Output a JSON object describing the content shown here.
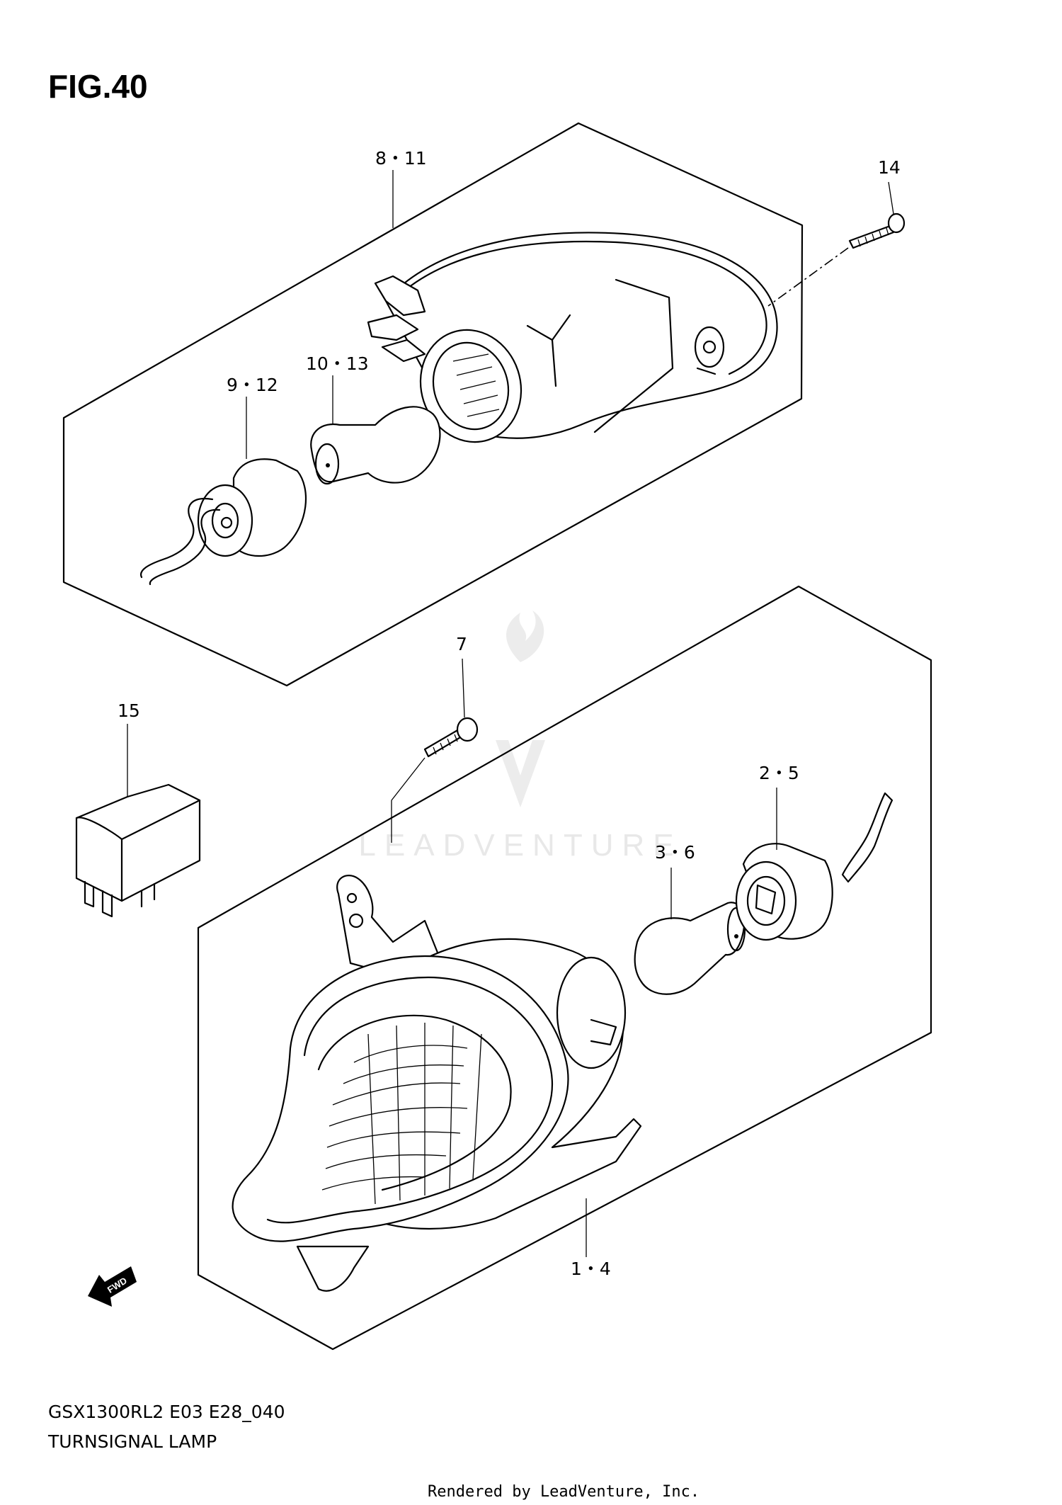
{
  "figure": {
    "title": "FIG.40"
  },
  "callouts": {
    "p8_11": "8・11",
    "p14": "14",
    "p10_13": "10・13",
    "p9_12": "9・12",
    "p7": "7",
    "p15": "15",
    "p2_5": "2・5",
    "p3_6": "3・6",
    "p1_4": "1・4"
  },
  "direction_marker": {
    "label": "FWD"
  },
  "footer": {
    "model_code": "GSX1300RL2 E03 E28_040",
    "part_group": "TURNSIGNAL LAMP",
    "credit": "Rendered by LeadVenture, Inc."
  },
  "watermark": {
    "text": "LEADVENTURE"
  }
}
